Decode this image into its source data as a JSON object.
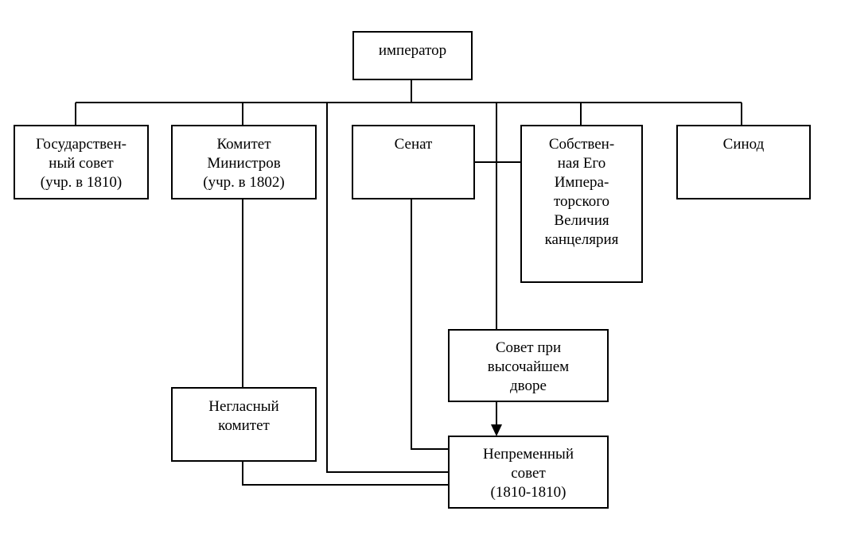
{
  "nodes": {
    "emperor": "император",
    "state_council": "Государствен-\nный совет\n(учр. в 1810)",
    "committee_ministers": "Комитет\nМинистров\n(учр. в 1802)",
    "senate": "Сенат",
    "chancellery": "Собствен-\nная Его\nИмпера-\nторского\nВеличия\nканцелярия",
    "synod": "Синод",
    "council_court": "Совет при\nвысочайшем\nдворе",
    "secret_committee": "Негласный\nкомитет",
    "permanent_council": "Непременный\nсовет\n(1810-1810)"
  }
}
